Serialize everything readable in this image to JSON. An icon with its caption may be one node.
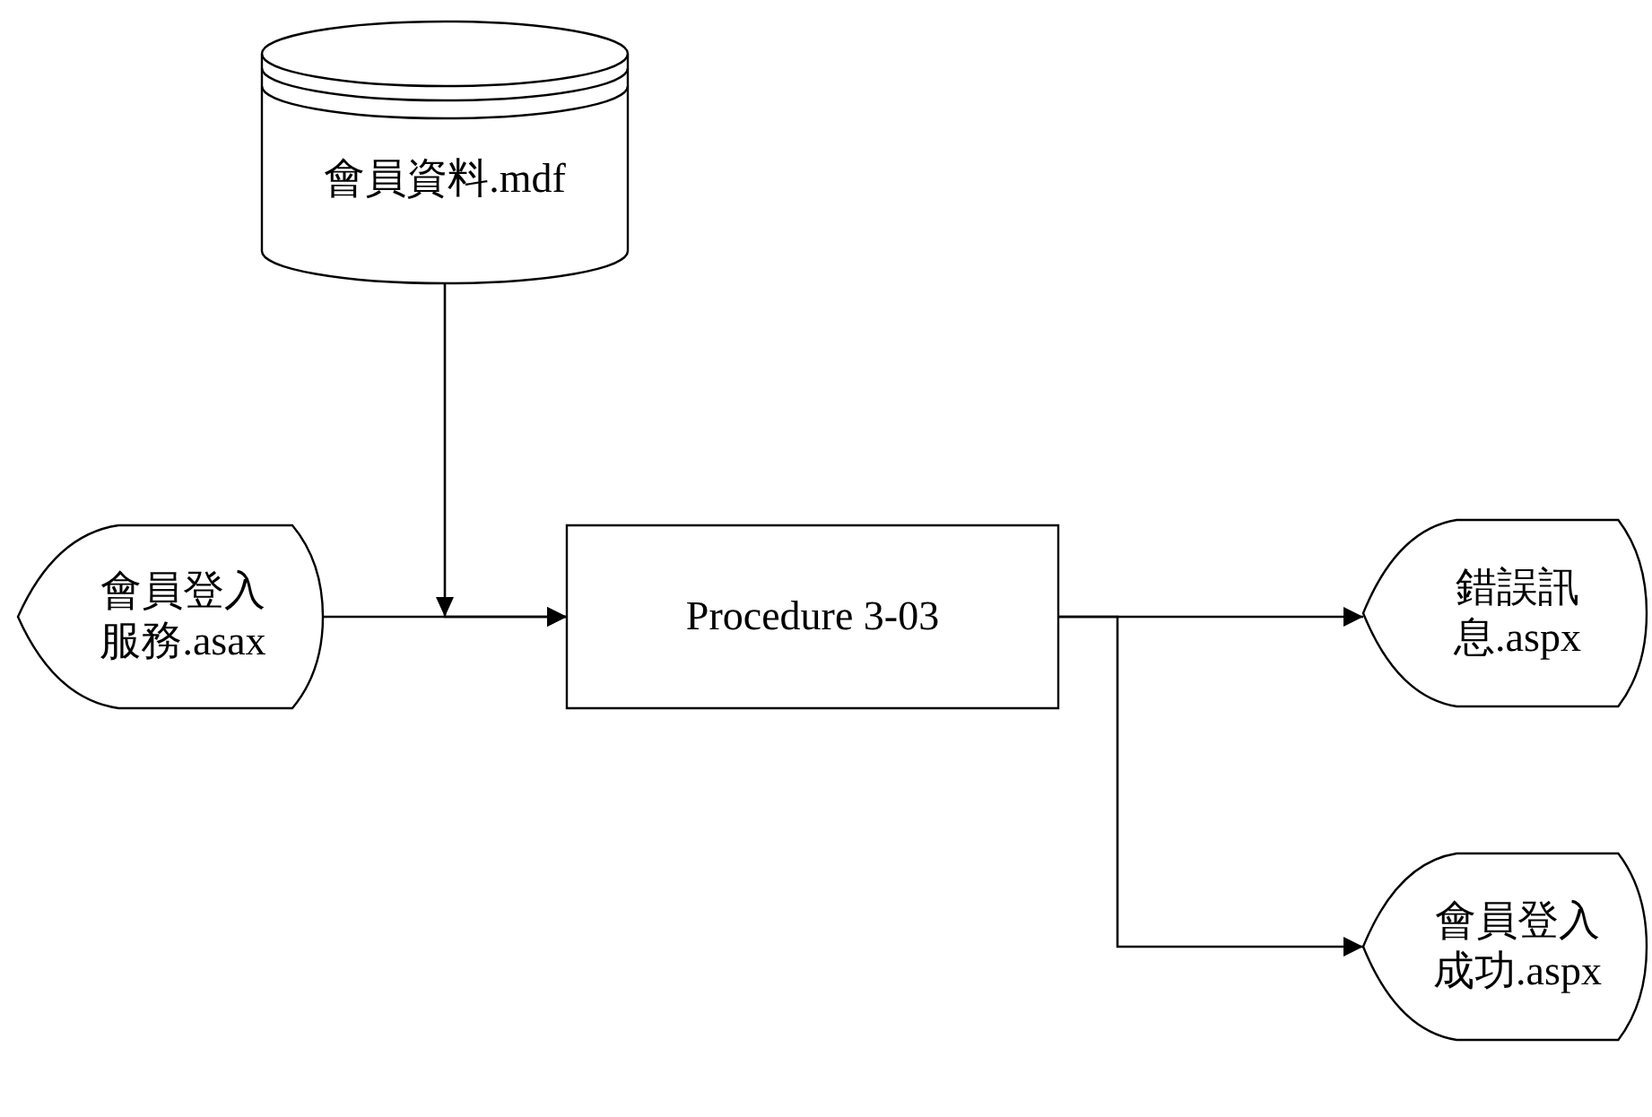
{
  "diagram": {
    "nodes": [
      {
        "text": [
          "會員資料.mdf"
        ]
      },
      {
        "text": [
          "會員登入服務.asax"
        ]
      },
      {
        "text": [
          "Procedure 3-03"
        ]
      },
      {
        "text": [
          "錯誤訊息.aspx"
        ]
      },
      {
        "text": [
          "會員登入成功.aspx"
        ]
      }
    ],
    "edges": [
      {
        "from": 0,
        "to": 2,
        "arrow": "to"
      },
      {
        "from": 1,
        "to": 2,
        "arrow": "to"
      },
      {
        "from": 2,
        "to": 3,
        "arrow": "to"
      },
      {
        "from": 2,
        "to": 4,
        "arrow": "to"
      }
    ]
  }
}
